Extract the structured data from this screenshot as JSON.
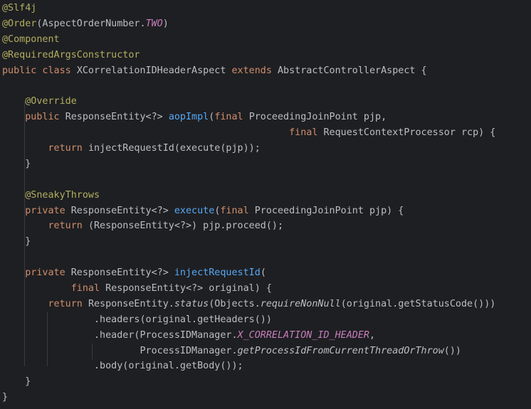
{
  "editor": {
    "language": "java",
    "lines": [
      [
        [
          "@Slf4j",
          "ann"
        ]
      ],
      [
        [
          "@Order",
          "ann"
        ],
        [
          "(AspectOrderNumber.",
          ""
        ],
        [
          "TWO",
          "sf"
        ],
        [
          ")",
          ""
        ]
      ],
      [
        [
          "@Component",
          "ann"
        ]
      ],
      [
        [
          "@RequiredArgsConstructor",
          "ann"
        ]
      ],
      [
        [
          "public class ",
          "kw"
        ],
        [
          "XCorrelationIDHeaderAspect ",
          ""
        ],
        [
          "extends ",
          "kw"
        ],
        [
          "AbstractControllerAspect {",
          ""
        ]
      ],
      [],
      [
        [
          "    ",
          ""
        ],
        [
          "@Override",
          "ann"
        ]
      ],
      [
        [
          "    ",
          ""
        ],
        [
          "public ",
          "kw"
        ],
        [
          "ResponseEntity<?> ",
          ""
        ],
        [
          "aopImpl",
          "fn"
        ],
        [
          "(",
          ""
        ],
        [
          "final ",
          "kw"
        ],
        [
          "ProceedingJoinPoint pjp,",
          ""
        ]
      ],
      [
        [
          "                                                  ",
          ""
        ],
        [
          "final ",
          "kw"
        ],
        [
          "RequestContextProcessor rcp) {",
          ""
        ]
      ],
      [
        [
          "        ",
          ""
        ],
        [
          "return ",
          "kw"
        ],
        [
          "injectRequestId(execute(pjp));",
          ""
        ]
      ],
      [
        [
          "    }",
          ""
        ]
      ],
      [],
      [
        [
          "    ",
          ""
        ],
        [
          "@SneakyThrows",
          "ann"
        ]
      ],
      [
        [
          "    ",
          ""
        ],
        [
          "private ",
          "kw"
        ],
        [
          "ResponseEntity<?> ",
          ""
        ],
        [
          "execute",
          "fn"
        ],
        [
          "(",
          ""
        ],
        [
          "final ",
          "kw"
        ],
        [
          "ProceedingJoinPoint pjp) {",
          ""
        ]
      ],
      [
        [
          "        ",
          ""
        ],
        [
          "return ",
          "kw"
        ],
        [
          "(ResponseEntity<?>) pjp.proceed();",
          ""
        ]
      ],
      [
        [
          "    }",
          ""
        ]
      ],
      [],
      [
        [
          "    ",
          ""
        ],
        [
          "private ",
          "kw"
        ],
        [
          "ResponseEntity<?> ",
          ""
        ],
        [
          "injectRequestId",
          "fn"
        ],
        [
          "(",
          ""
        ]
      ],
      [
        [
          "            ",
          ""
        ],
        [
          "final ",
          "kw"
        ],
        [
          "ResponseEntity<?> original) {",
          ""
        ]
      ],
      [
        [
          "        ",
          ""
        ],
        [
          "return ",
          "kw"
        ],
        [
          "ResponseEntity.",
          ""
        ],
        [
          "status",
          "it"
        ],
        [
          "(Objects.",
          ""
        ],
        [
          "requireNonNull",
          "it"
        ],
        [
          "(original.getStatusCode()))",
          ""
        ]
      ],
      [
        [
          "                .headers(original.getHeaders())",
          ""
        ]
      ],
      [
        [
          "                .header(ProcessIDManager.",
          ""
        ],
        [
          "X_CORRELATION_ID_HEADER",
          "sf"
        ],
        [
          ",",
          ""
        ]
      ],
      [
        [
          "                        ProcessIDManager.",
          ""
        ],
        [
          "getProcessIdFromCurrentThreadOrThrow",
          "it"
        ],
        [
          "())",
          ""
        ]
      ],
      [
        [
          "                .body(original.getBody());",
          ""
        ]
      ],
      [
        [
          "    }",
          ""
        ]
      ],
      [
        [
          "}",
          ""
        ]
      ]
    ]
  }
}
